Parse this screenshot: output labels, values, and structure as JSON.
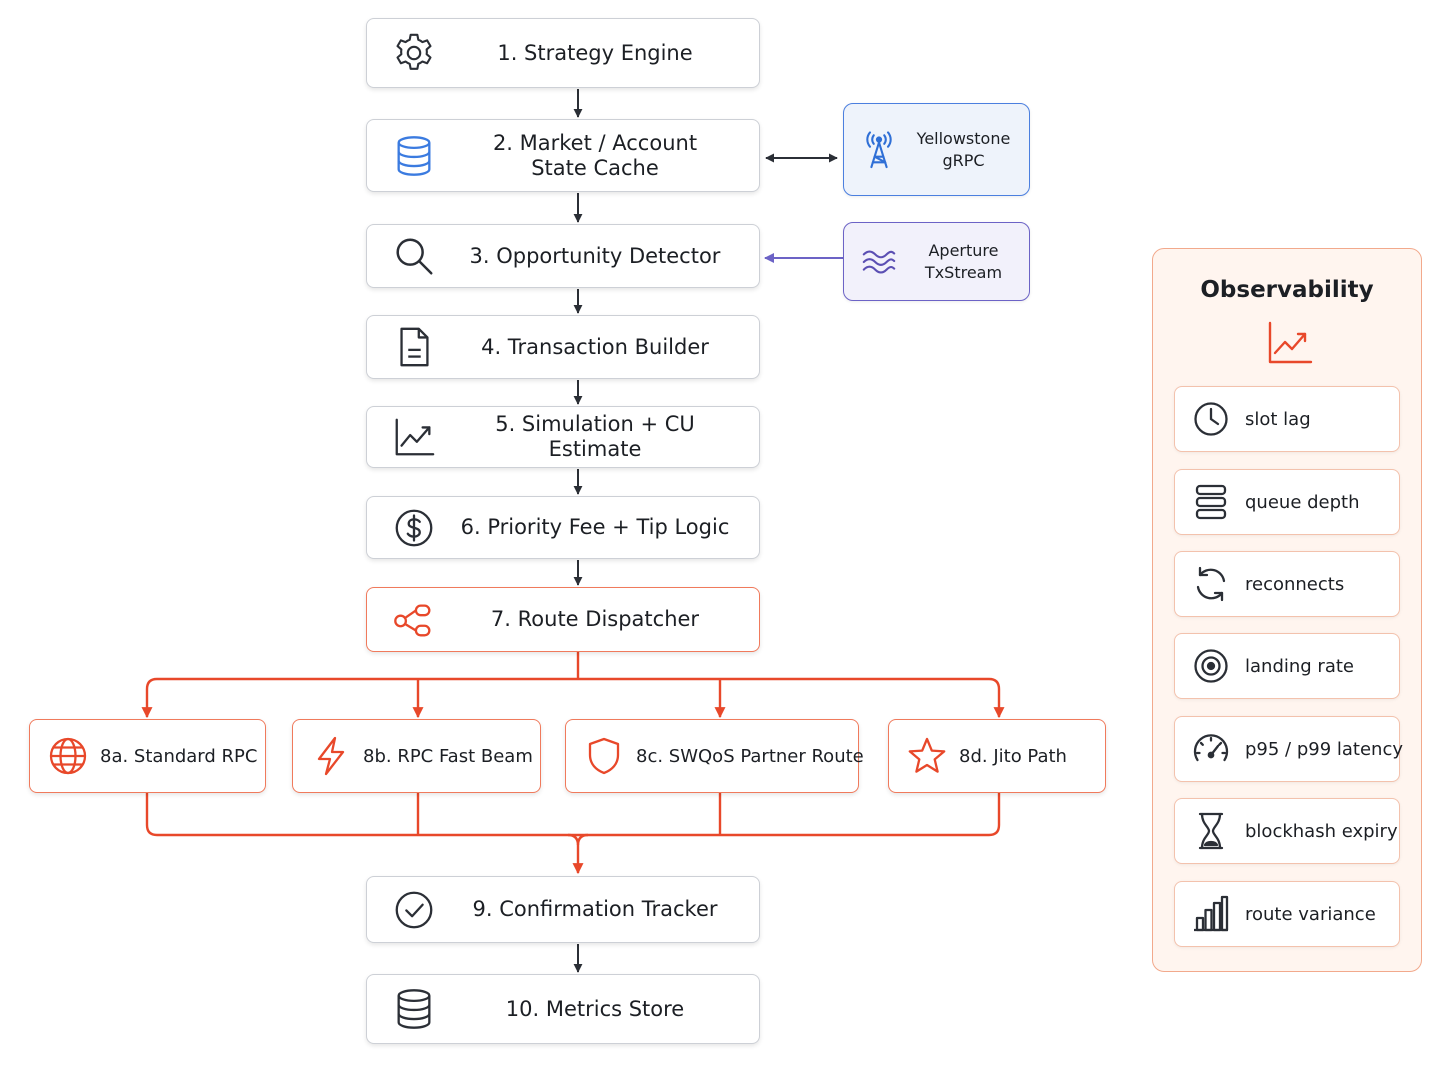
{
  "pipeline": {
    "steps": [
      {
        "label": "1.  Strategy Engine",
        "icon": "gear-icon"
      },
      {
        "label": "2. Market / Account\nState Cache",
        "icon": "database-icon"
      },
      {
        "label": "3. Opportunity Detector",
        "icon": "search-icon"
      },
      {
        "label": "4.  Transaction Builder",
        "icon": "document-icon"
      },
      {
        "label": "5.  Simulation + CU Estimate",
        "icon": "line-chart-icon"
      },
      {
        "label": "6.  Priority Fee + Tip Logic",
        "icon": "dollar-circle-icon"
      },
      {
        "label": "7.  Route Dispatcher",
        "icon": "share-nodes-icon"
      },
      {
        "label": "9.  Confirmation Tracker",
        "icon": "check-circle-icon"
      },
      {
        "label": "10.  Metrics Store",
        "icon": "database-icon"
      }
    ]
  },
  "sources": {
    "yellowstone": {
      "label": "Yellowstone\ngRPC",
      "icon": "antenna-tower-icon"
    },
    "aperture": {
      "label": "Aperture\nTxStream",
      "icon": "waves-icon"
    }
  },
  "routes": [
    {
      "label": "8a. Standard RPC",
      "icon": "globe-icon"
    },
    {
      "label": "8b. RPC Fast Beam",
      "icon": "lightning-icon"
    },
    {
      "label": "8c. SWQoS Partner Route",
      "icon": "shield-icon"
    },
    {
      "label": "8d. Jito Path",
      "icon": "star-icon"
    }
  ],
  "observability": {
    "title": "Observability",
    "icon": "trend-chart-icon",
    "metrics": [
      {
        "label": "slot lag",
        "icon": "clock-icon"
      },
      {
        "label": "queue depth",
        "icon": "stack-icon"
      },
      {
        "label": "reconnects",
        "icon": "refresh-icon"
      },
      {
        "label": "landing rate",
        "icon": "target-icon"
      },
      {
        "label": "p95 / p99 latency",
        "icon": "gauge-icon"
      },
      {
        "label": "blockhash expiry",
        "icon": "hourglass-icon"
      },
      {
        "label": "route variance",
        "icon": "bar-chart-icon"
      }
    ]
  },
  "colors": {
    "accent": "#e8482a",
    "connector": "#2b2f36",
    "yellowstone": "#2f6fd6",
    "aperture": "#5b4fb3",
    "observability_border": "#f2a98c"
  }
}
